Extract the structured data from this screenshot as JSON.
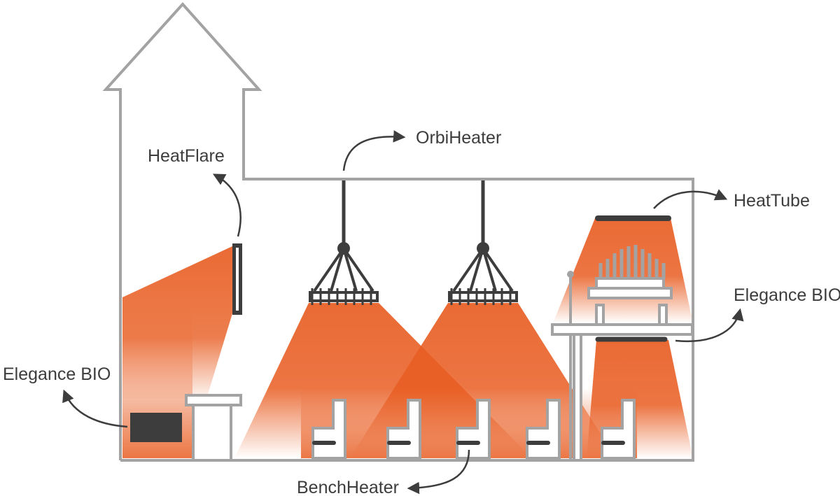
{
  "labels": {
    "heatflare": "HeatFlare",
    "orbiheater": "OrbiHeater",
    "heattube": "HeatTube",
    "elegance_bio_right": "Elegance BIO",
    "elegance_bio_left": "Elegance BIO",
    "benchheater": "BenchHeater"
  },
  "colors": {
    "outline": "#a3a3a3",
    "heat": "#e85d22",
    "device": "#3d3d3d",
    "text": "#3d3d3d"
  }
}
